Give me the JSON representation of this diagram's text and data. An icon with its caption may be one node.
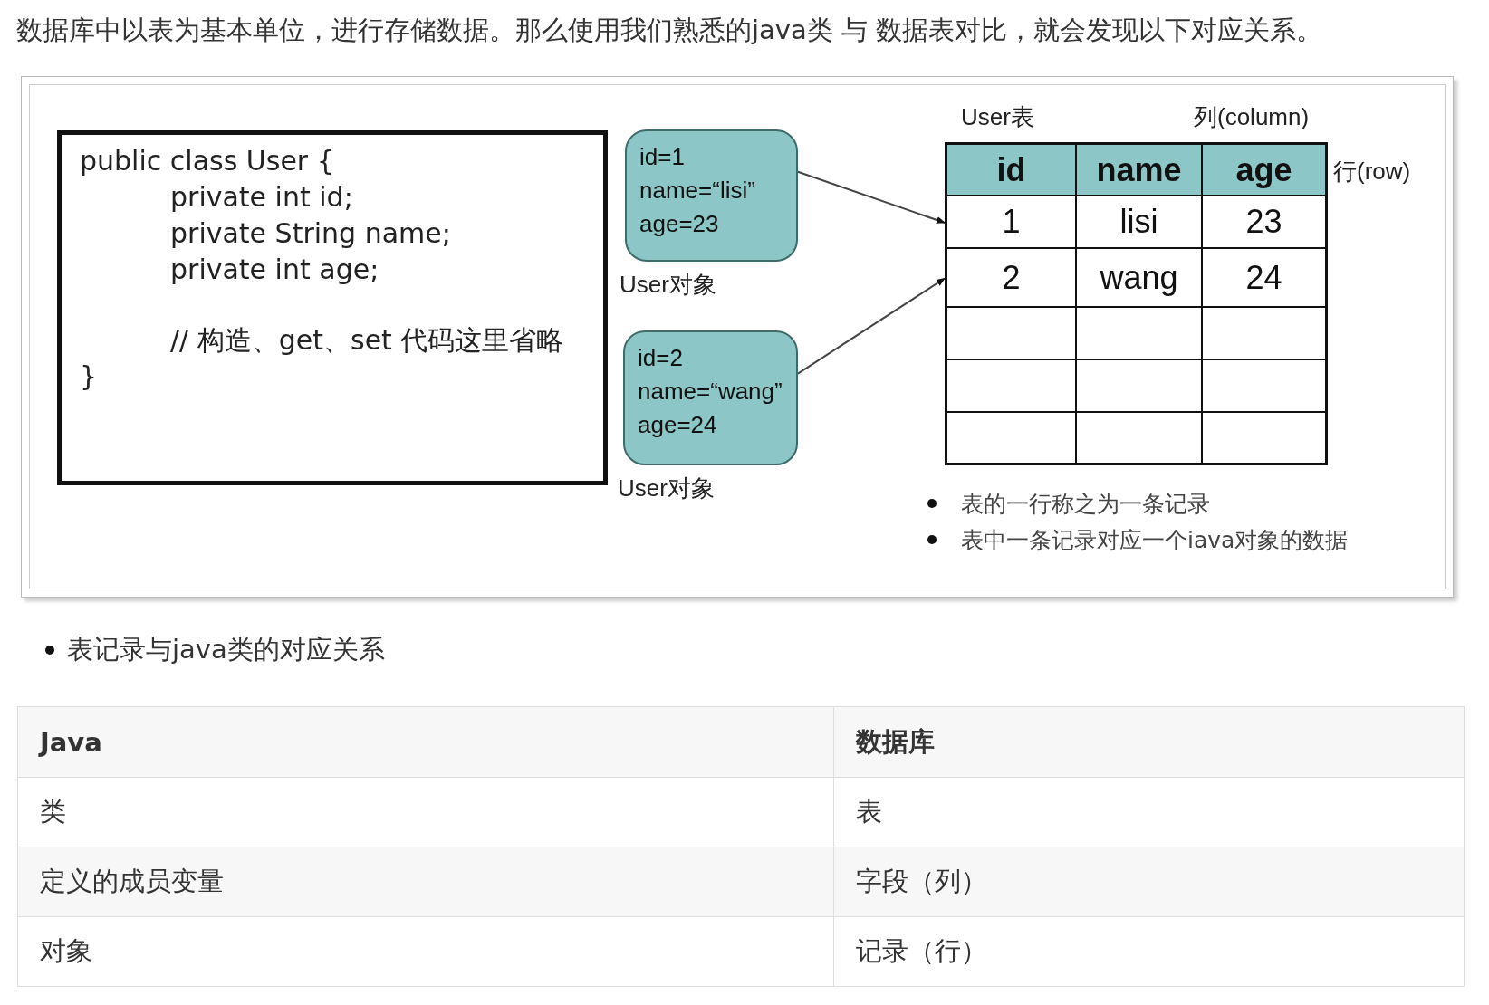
{
  "diagram": {
    "nodes": [
      {
        "text": [
          "public class User {",
          "private int id;",
          "private String name;",
          "private int age;",
          "// 构造、get、set 代码这里省略",
          "}"
        ]
      },
      {
        "text": [
          "id=1",
          "name=“lisi”",
          "age=23"
        ],
        "beside": [
          "User对象"
        ]
      },
      {
        "text": [
          "id=2",
          "name=“wang”",
          "age=24"
        ],
        "beside": [
          "User对象"
        ]
      },
      {
        "text": [
          "User表"
        ]
      },
      {
        "text": [
          "id",
          "name",
          "age"
        ],
        "in": 3
      },
      {
        "text": [
          "1",
          "lisi",
          "23"
        ],
        "in": 3
      },
      {
        "text": [
          "2",
          "wang",
          "24"
        ],
        "in": 3
      },
      {
        "text": [],
        "shape": "box",
        "in": 3
      },
      {
        "text": [],
        "shape": "box",
        "in": 3
      },
      {
        "text": [],
        "shape": "box",
        "in": 3
      }
    ],
    "edges": [
      {
        "from": 1,
        "to": 5,
        "arrow": "to"
      },
      {
        "from": 2,
        "to": 6,
        "arrow": "to"
      }
    ],
    "labels": [
      "数据库中以表为基本单位，进行存储数据。那么使用我们熟悉的java类 与 数据表对比，就会发现以下对应关系。",
      "列(column)",
      "行(row)",
      "表的一行称之为一条记录",
      "表中一条记录对应一个iava对象的数据",
      "表记录与java类的对应关系",
      "Java",
      "数据库",
      "类",
      "表",
      "定义的成员变量",
      "字段（列）",
      "对象",
      "记录（行）"
    ]
  }
}
